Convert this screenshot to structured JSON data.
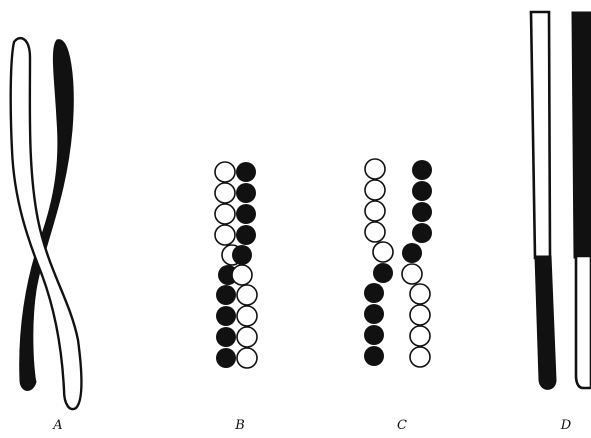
{
  "panels": {
    "a": {
      "label": "A"
    },
    "b": {
      "label": "B"
    },
    "c": {
      "label": "C"
    },
    "d": {
      "label": "D"
    }
  },
  "colors": {
    "ink": "#111111",
    "paper": "#ffffff"
  }
}
